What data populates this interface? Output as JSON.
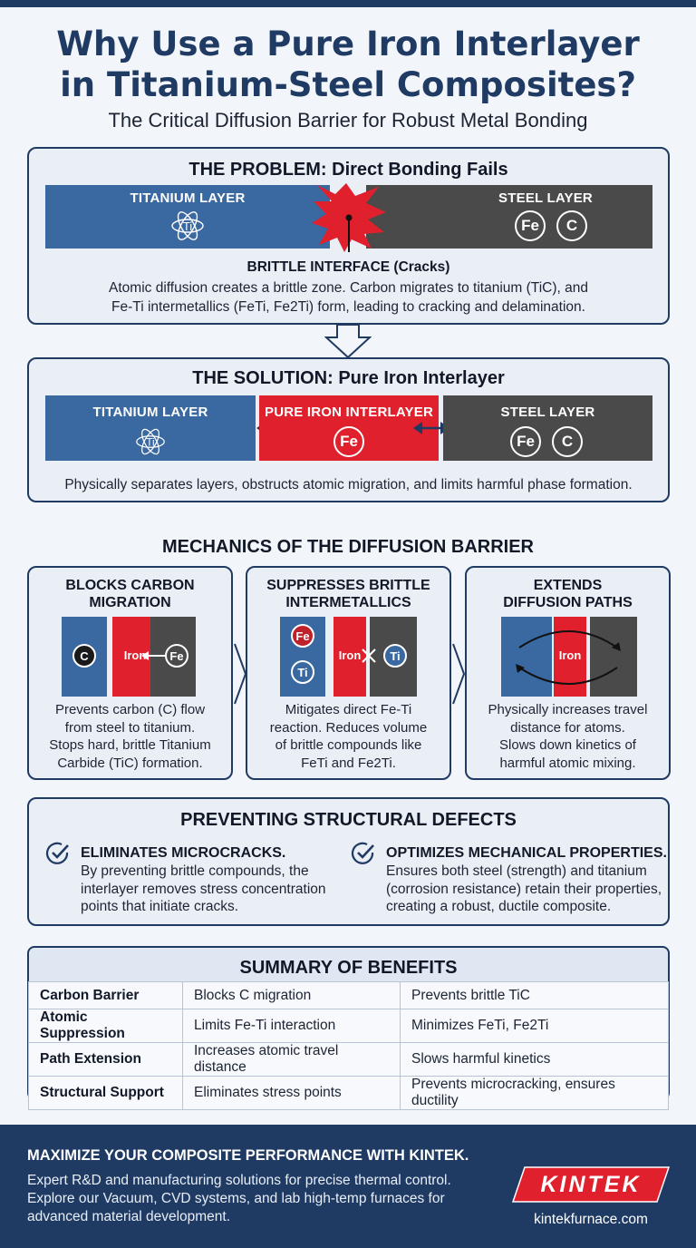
{
  "header": {
    "title_line1": "Why Use a Pure Iron Interlayer",
    "title_line2": "in Titanium-Steel Composites?",
    "subtitle": "The Critical Diffusion Barrier for Robust Metal Bonding"
  },
  "problem": {
    "heading": "THE PROBLEM: Direct Bonding Fails",
    "titanium_label": "TITANIUM LAYER",
    "titanium_symbol": "Ti",
    "steel_label": "STEEL LAYER",
    "steel_atoms": [
      "Fe",
      "C"
    ],
    "interface_label": "BRITTLE INTERFACE (Cracks)",
    "description_line1": "Atomic diffusion creates a brittle zone. Carbon migrates to titanium (TiC), and",
    "description_line2": "Fe-Ti intermetallics (FeTi, Fe2Ti) form, leading to cracking and delamination."
  },
  "solution": {
    "heading": "THE SOLUTION: Pure Iron Interlayer",
    "titanium_label": "TITANIUM LAYER",
    "titanium_symbol": "Ti",
    "iron_label": "PURE IRON INTERLAYER",
    "iron_atom": "Fe",
    "steel_label": "STEEL LAYER",
    "steel_atoms": [
      "Fe",
      "C"
    ],
    "description": "Physically separates layers, obstructs atomic migration, and limits harmful phase formation."
  },
  "mechanics": {
    "heading": "MECHANICS OF THE DIFFUSION BARRIER",
    "cards": [
      {
        "title_line1": "BLOCKS CARBON",
        "title_line2": "MIGRATION",
        "atoms": [
          "C",
          "Fe"
        ],
        "iron_label": "Iron",
        "desc_lines": [
          "Prevents carbon (C) flow",
          "from steel to titanium.",
          "Stops hard, brittle Titanium",
          "Carbide (TiC) formation."
        ]
      },
      {
        "title_line1": "SUPPRESSES BRITTLE",
        "title_line2": "INTERMETALLICS",
        "atoms": [
          "Fe",
          "Ti",
          "Ti"
        ],
        "iron_label": "Iron",
        "desc_lines": [
          "Mitigates direct Fe-Ti",
          "reaction. Reduces volume",
          "of brittle compounds like",
          "FeTi and Fe2Ti."
        ]
      },
      {
        "title_line1": "EXTENDS",
        "title_line2": "DIFFUSION PATHS",
        "iron_label": "Iron",
        "desc_lines": [
          "Physically increases travel",
          "distance for atoms.",
          "Slows down kinetics of",
          "harmful atomic mixing."
        ]
      }
    ]
  },
  "defects": {
    "heading": "PREVENTING STRUCTURAL DEFECTS",
    "items": [
      {
        "title": "ELIMINATES MICROCRACKS.",
        "lines": [
          "By preventing brittle compounds, the",
          "interlayer removes stress concentration",
          "points that initiate cracks."
        ]
      },
      {
        "title": "OPTIMIZES MECHANICAL PROPERTIES.",
        "lines": [
          "Ensures both steel (strength) and titanium",
          "(corrosion resistance) retain their properties,",
          "creating a robust, ductile composite."
        ]
      }
    ]
  },
  "summary": {
    "heading": "SUMMARY OF BENEFITS",
    "rows": [
      [
        "Carbon Barrier",
        "Blocks C migration",
        "Prevents brittle TiC"
      ],
      [
        "Atomic Suppression",
        "Limits Fe-Ti interaction",
        "Minimizes FeTi, Fe2Ti"
      ],
      [
        "Path Extension",
        "Increases atomic travel distance",
        "Slows harmful kinetics"
      ],
      [
        "Structural Support",
        "Eliminates stress points",
        "Prevents microcracking, ensures ductility"
      ]
    ]
  },
  "footer": {
    "title": "MAXIMIZE YOUR COMPOSITE PERFORMANCE WITH KINTEK.",
    "lines": [
      "Expert R&D and manufacturing solutions for precise thermal control.",
      "Explore our Vacuum, CVD systems, and lab high-temp furnaces for",
      "advanced material development."
    ],
    "logo_text": "KINTEK",
    "url": "kintekfurnace.com"
  },
  "colors": {
    "navy": "#1f3a63",
    "titanium_blue": "#3a68a0",
    "iron_red": "#e0202c",
    "steel_gray": "#4a4a4a",
    "panel_bg": "#eaeff6"
  }
}
